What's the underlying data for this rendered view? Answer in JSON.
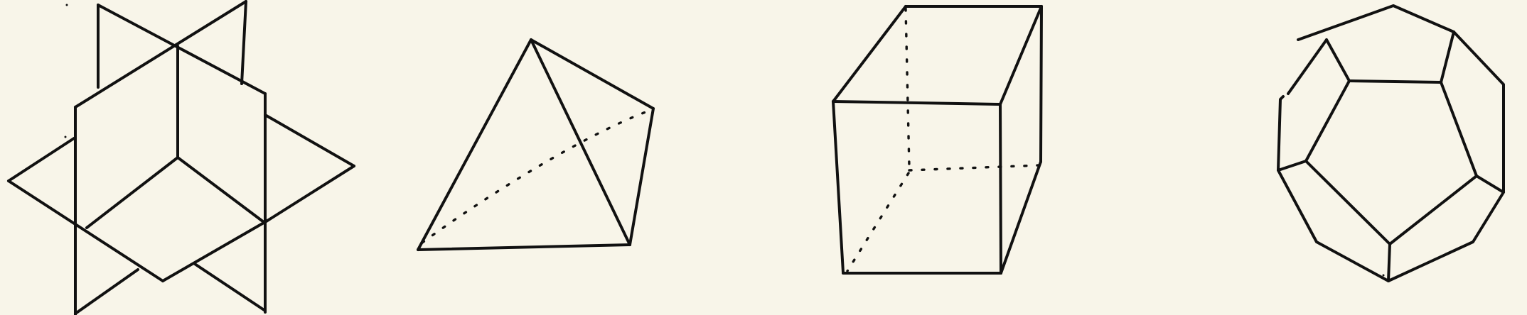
{
  "palette": {
    "background": "#f8f5e9",
    "ink": "#111111"
  },
  "figures": [
    {
      "name": "octahedron-figure",
      "kind": "octahedron"
    },
    {
      "name": "tetrahedron-figure",
      "kind": "tetrahedron"
    },
    {
      "name": "cube-figure",
      "kind": "cube"
    },
    {
      "name": "dodecahedron-figure",
      "kind": "dodecahedron"
    }
  ]
}
